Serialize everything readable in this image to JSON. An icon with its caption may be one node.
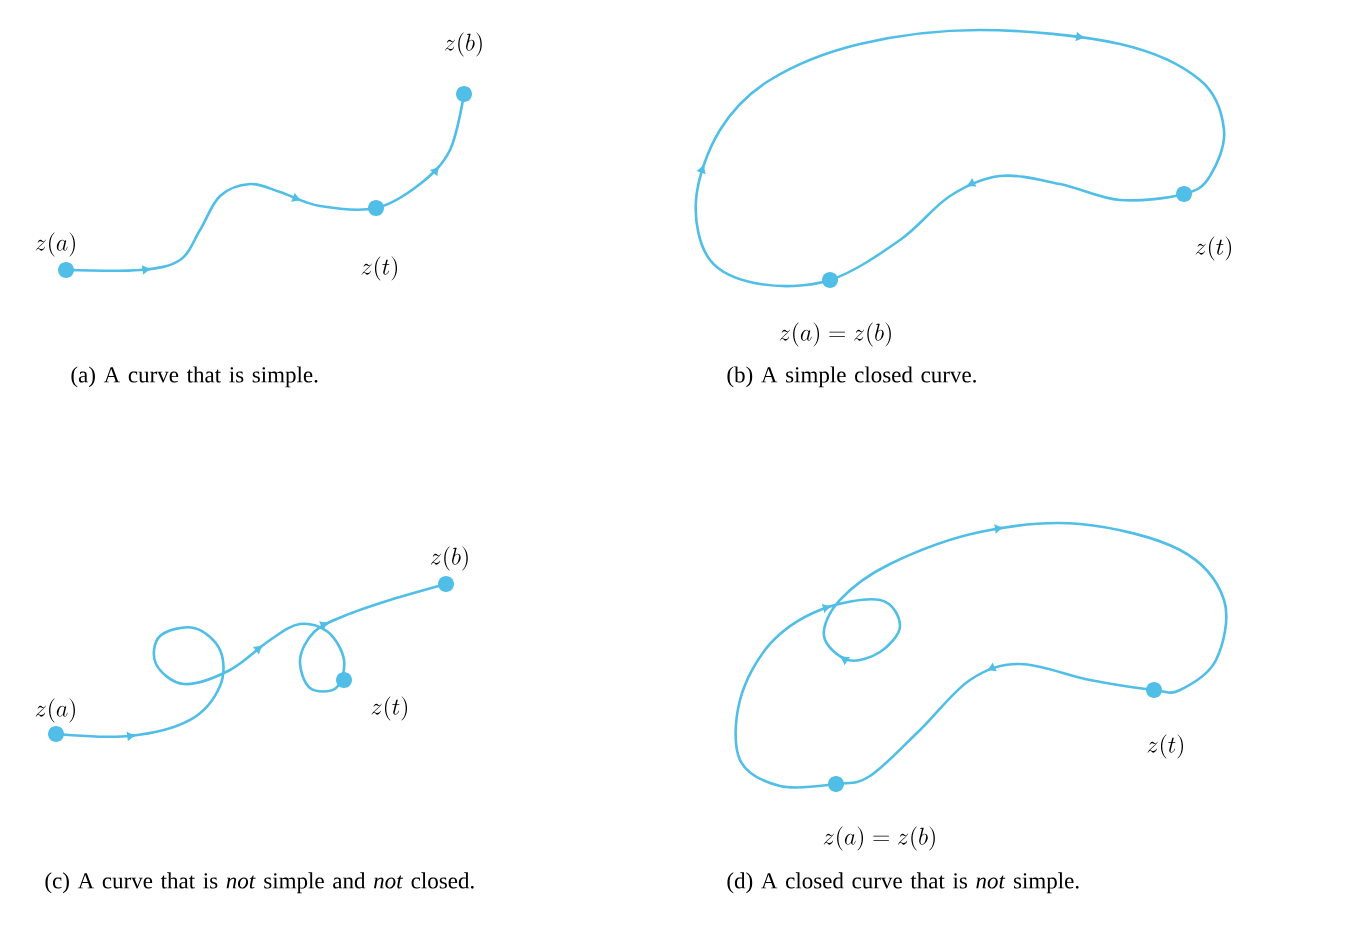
{
  "diagram": {
    "labels": [
      "z(b)",
      "z(a)",
      "z(t)",
      "z(t)",
      "z(a) = z(b)",
      "(a) A curve that is simple.",
      "(b) A simple closed curve.",
      "z(b)",
      "z(a)",
      "z(t)",
      "z(t)",
      "z(a) = z(b)",
      "(c) A curve that is *not* simple and *not* closed.",
      "(d) A closed curve that is *not* simple."
    ]
  }
}
